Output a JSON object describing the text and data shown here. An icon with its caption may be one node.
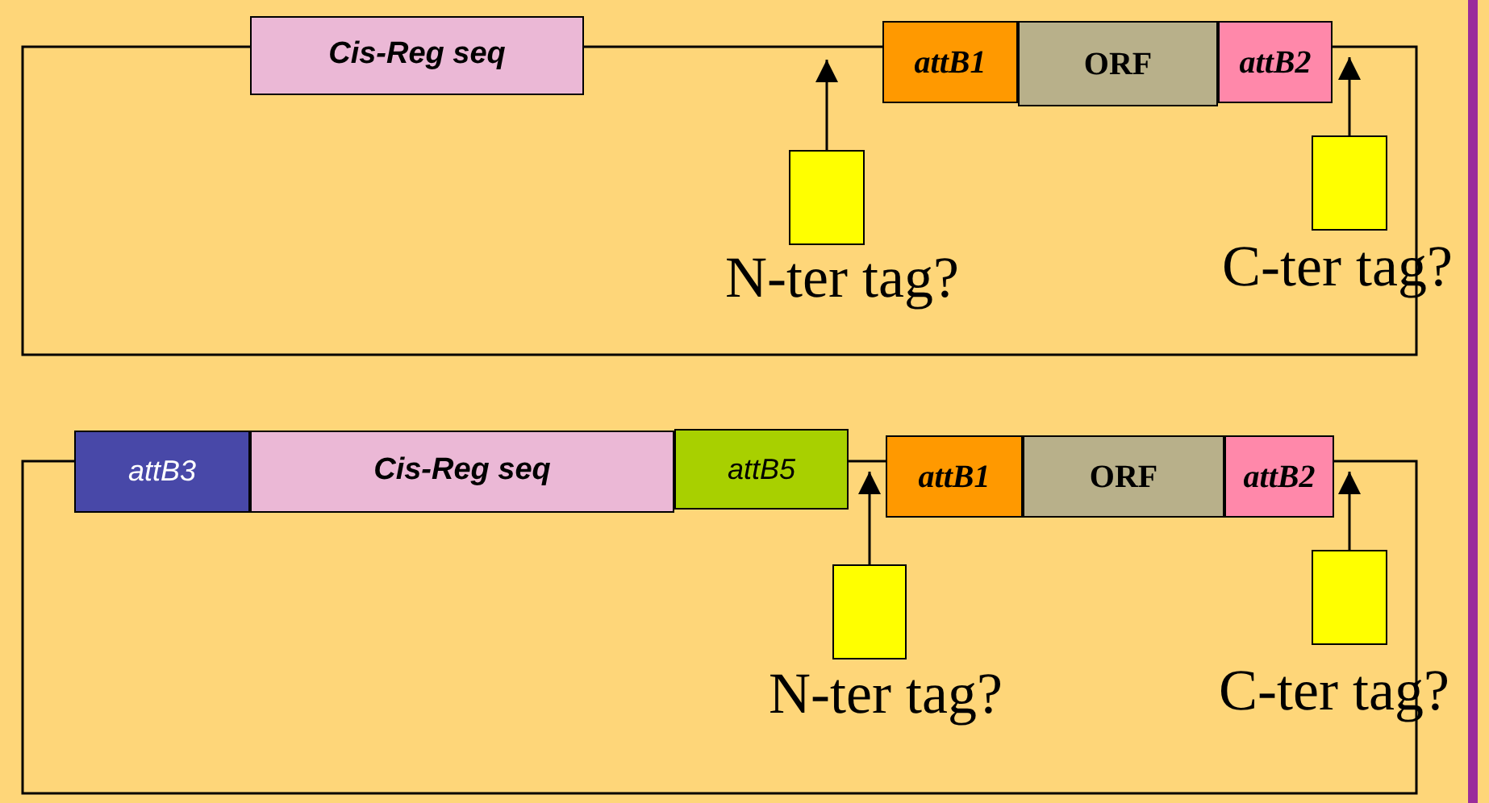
{
  "diagram": {
    "nodes": [
      {
        "text": [
          "Cis-Reg seq"
        ]
      },
      {
        "text": [
          "attB1"
        ]
      },
      {
        "text": [
          "ORF"
        ]
      },
      {
        "text": [
          "attB2"
        ]
      },
      {
        "text": [],
        "shape": "box",
        "beside": [
          "N-ter tag?"
        ]
      },
      {
        "text": [],
        "shape": "box",
        "beside": [
          "C-ter tag?"
        ]
      },
      {
        "text": [
          "attB3"
        ]
      },
      {
        "text": [
          "Cis-Reg seq"
        ]
      },
      {
        "text": [
          "attB5"
        ]
      },
      {
        "text": [
          "attB1"
        ]
      },
      {
        "text": [
          "ORF"
        ]
      },
      {
        "text": [
          "attB2"
        ]
      },
      {
        "text": [],
        "shape": "box",
        "beside": [
          "N-ter tag?"
        ]
      },
      {
        "text": [],
        "shape": "box",
        "beside": [
          "C-ter tag?"
        ]
      }
    ],
    "edges": [
      {
        "from": 4,
        "to": null,
        "arrow": "to"
      },
      {
        "from": 5,
        "to": 3,
        "arrow": "to"
      },
      {
        "from": 12,
        "to": 9,
        "arrow": "to"
      },
      {
        "from": 13,
        "to": 11,
        "arrow": "to"
      }
    ]
  }
}
